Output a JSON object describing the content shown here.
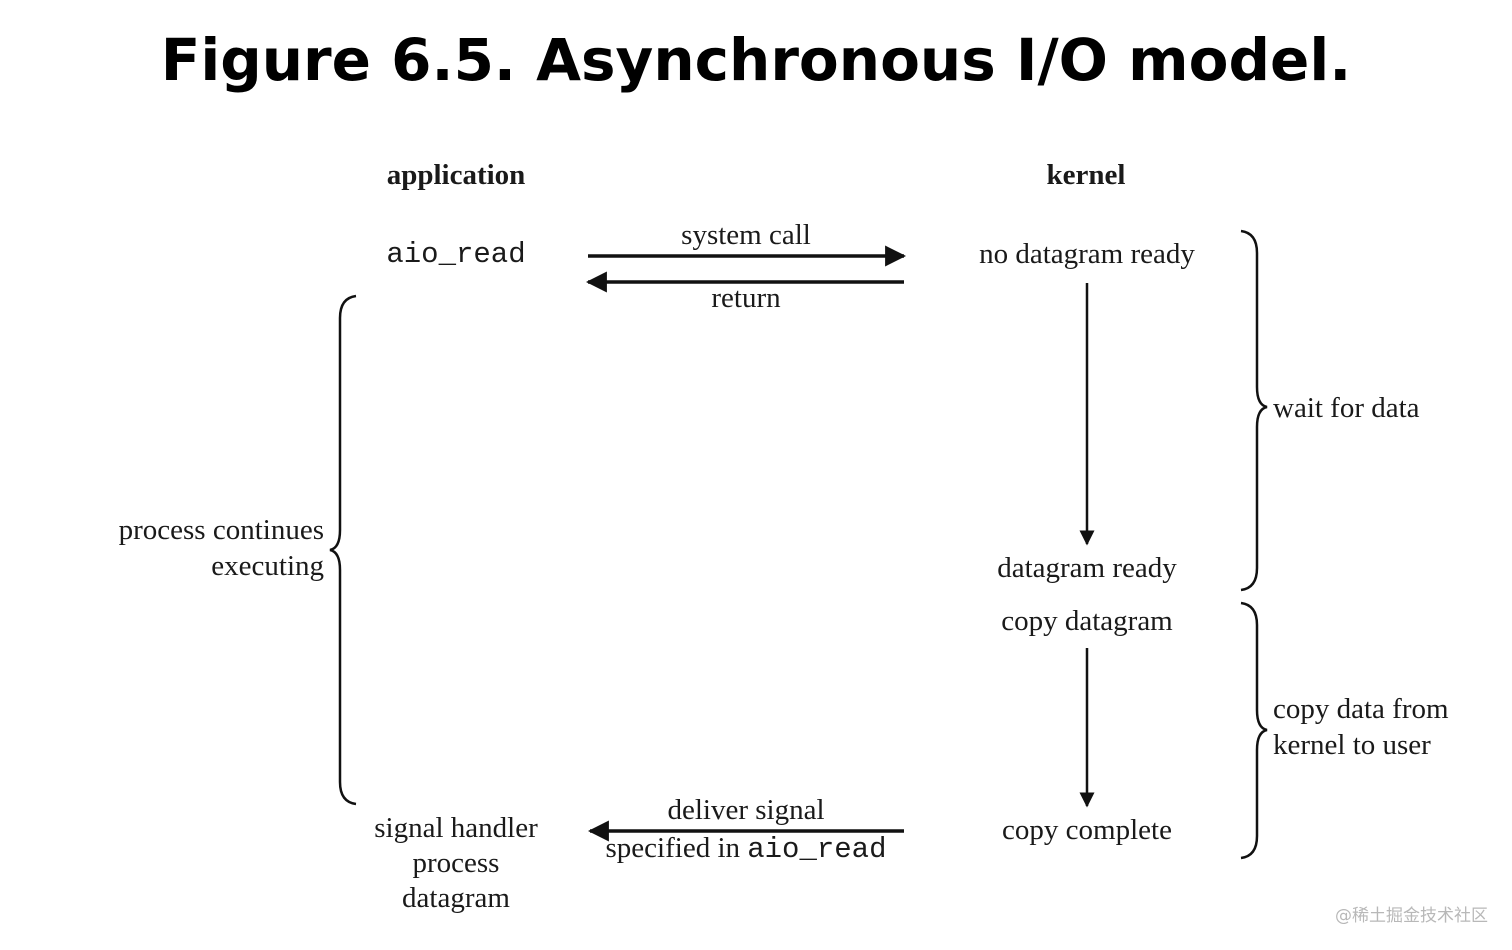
{
  "title": "Figure 6.5. Asynchronous I/O model.",
  "columns": {
    "application": "application",
    "kernel": "kernel"
  },
  "application": {
    "call": "aio_read",
    "handler_line1": "signal handler",
    "handler_line2": "process",
    "handler_line3": "datagram"
  },
  "arrows": {
    "system_call": "system call",
    "return": "return",
    "deliver_signal": "deliver signal",
    "specified_in_prefix": "specified in ",
    "specified_in_code": "aio_read"
  },
  "kernel": {
    "no_datagram_ready": "no datagram ready",
    "datagram_ready": "datagram ready",
    "copy_datagram": "copy datagram",
    "copy_complete": "copy complete"
  },
  "brackets": {
    "process_continues_line1": "process continues",
    "process_continues_line2": "executing",
    "wait_for_data": "wait for data",
    "copy_data_line1": "copy data from",
    "copy_data_line2": "kernel to user"
  },
  "watermark": "@稀土掘金技术社区"
}
